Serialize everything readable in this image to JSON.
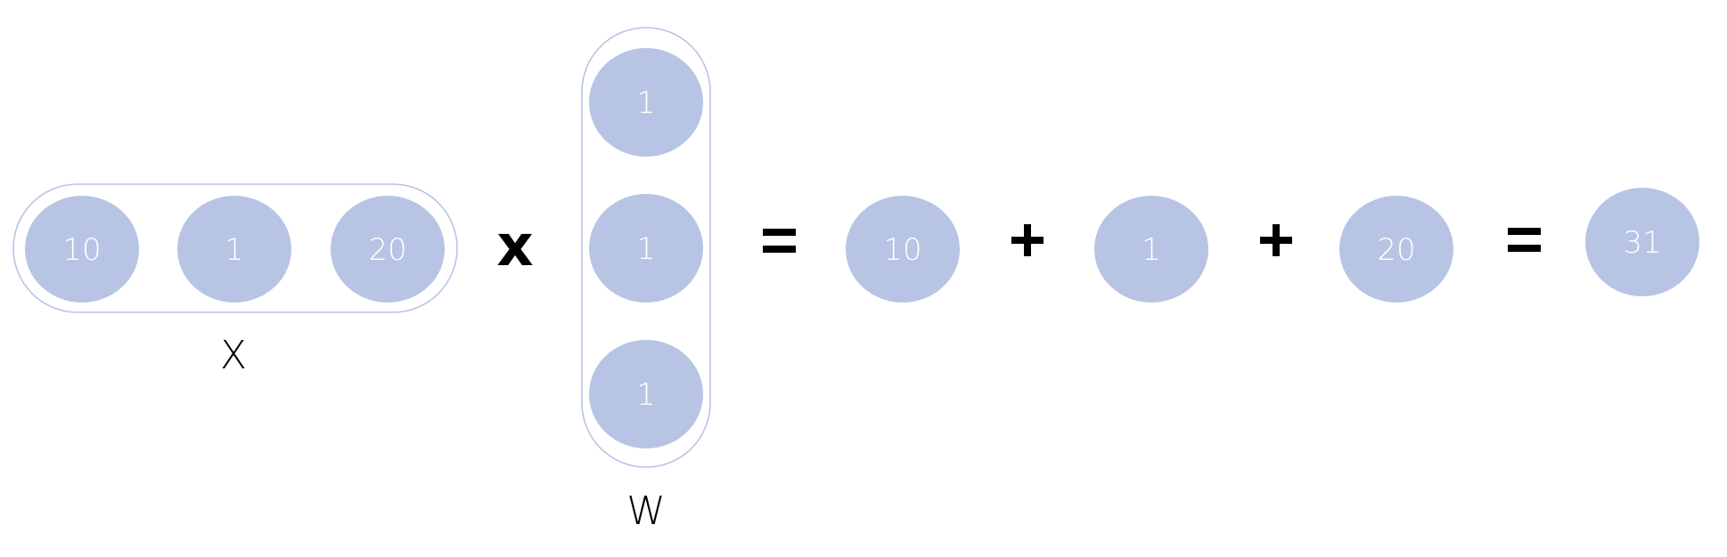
{
  "colors": {
    "node": "#b7c4e3",
    "text_on_node": "#ffffff",
    "operator": "#000000"
  },
  "vector_x": {
    "label": "X",
    "values": [
      "10",
      "1",
      "20"
    ]
  },
  "vector_w": {
    "label": "W",
    "values": [
      "1",
      "1",
      "1"
    ]
  },
  "operators": {
    "multiply": "x",
    "equals_1": "=",
    "plus_1": "+",
    "plus_2": "+",
    "equals_2": "="
  },
  "products": [
    "10",
    "1",
    "20"
  ],
  "result": "31"
}
